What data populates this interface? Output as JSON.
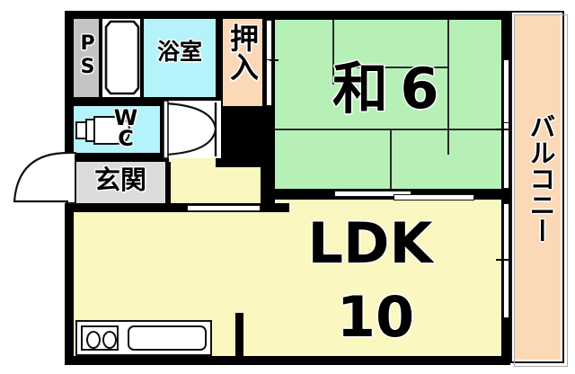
{
  "plan": {
    "type": "japanese-apartment-floorplan",
    "layout_name": "1LDK",
    "rooms": [
      {
        "id": "ps",
        "label": "PS",
        "label_orientation": "vertical",
        "fill": "#c4c4c4",
        "note": "pipe shaft"
      },
      {
        "id": "bath",
        "label": "浴室",
        "label_orientation": "horizontal",
        "fill": "#b5f3fb",
        "note": "bathroom"
      },
      {
        "id": "closet",
        "label": "押入",
        "label_orientation": "vertical",
        "fill": "#fbd9b6",
        "note": "oshiire closet"
      },
      {
        "id": "wc",
        "label": "WC",
        "label_orientation": "stacked",
        "fill": "#b5f3fb",
        "note": "toilet"
      },
      {
        "id": "genkan",
        "label": "玄関",
        "label_orientation": "horizontal",
        "fill": "#dcdcdc",
        "note": "entrance"
      },
      {
        "id": "tatami",
        "label": "和",
        "size": "6",
        "fill": "#b6f0b6",
        "note": "washitsu 6 tatami"
      },
      {
        "id": "ldk",
        "label": "LDK",
        "size": "10",
        "fill": "#faf7c0",
        "note": "living dining kitchen"
      },
      {
        "id": "balcony",
        "label": "バルコニー",
        "label_orientation": "vertical",
        "fill": "#fbd9b6",
        "note": "balcony"
      }
    ],
    "fixtures": [
      {
        "id": "bathtub",
        "name": "bathtub"
      },
      {
        "id": "toilet",
        "name": "toilet-bowl"
      },
      {
        "id": "kitchen-sink",
        "name": "sink"
      },
      {
        "id": "kitchen-stove",
        "name": "two-burner-stove"
      },
      {
        "id": "entrance-door",
        "name": "hinged-door"
      },
      {
        "id": "hall-door",
        "name": "double-swing-door"
      }
    ],
    "colors": {
      "wall": "#000000",
      "ldk": "#faf7c0",
      "tatami": "#b6f0b6",
      "water": "#b5f3fb",
      "closet": "#fbd9b6",
      "balcony": "#fbd9b6",
      "genkan": "#dcdcdc",
      "ps": "#c4c4c4",
      "background": "#ffffff"
    }
  },
  "labels": {
    "ps": "PS",
    "bath": "浴室",
    "closet": "押入",
    "wc_top": "W",
    "wc_bottom": "C",
    "genkan": "玄関",
    "tatami_name": "和",
    "tatami_size": "6",
    "ldk_name": "LDK",
    "ldk_size": "10",
    "balcony": "バルコニー"
  }
}
